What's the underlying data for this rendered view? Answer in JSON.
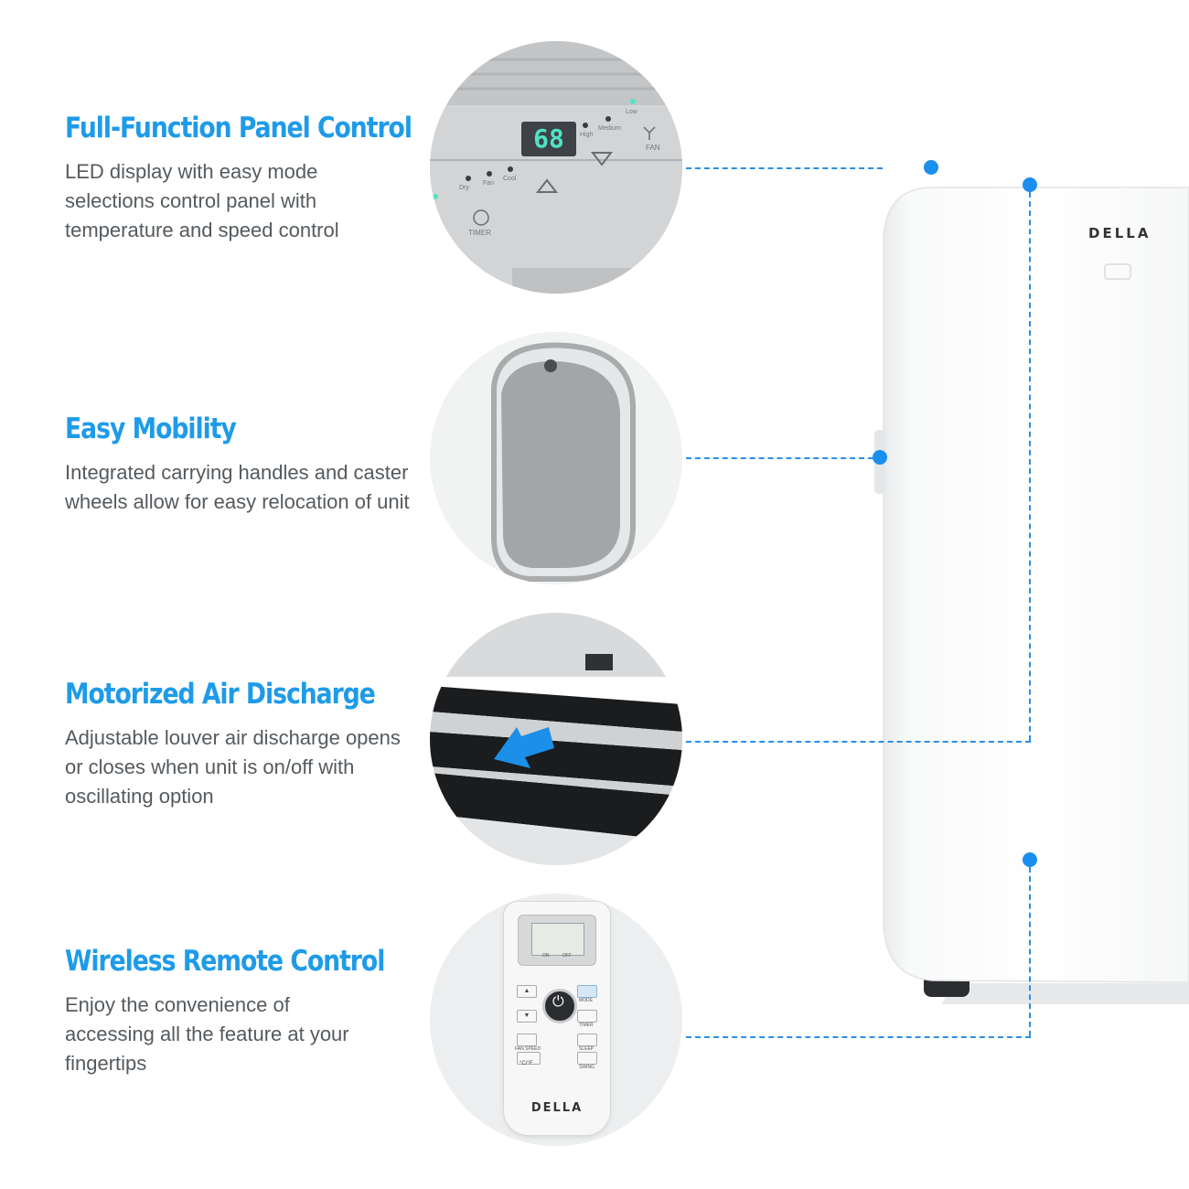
{
  "features": [
    {
      "title": "Full-Function Panel Control",
      "description": "LED display with easy mode selections control panel with temperature and speed control"
    },
    {
      "title": "Easy Mobility",
      "description": "Integrated carrying handles and caster wheels allow for easy relocation of unit"
    },
    {
      "title": "Motorized Air Discharge",
      "description": "Adjustable louver air discharge opens or closes  when unit is on/off with oscillating option"
    },
    {
      "title": "Wireless Remote Control",
      "description": "Enjoy the convenience of accessing all the feature at your fingertips"
    }
  ],
  "panel": {
    "display_value": "68",
    "mode_labels": [
      "Dry",
      "Fan",
      "Cool"
    ],
    "speed_labels": [
      "High",
      "Medium",
      "Low"
    ],
    "fan_label": "FAN",
    "timer_label": "TIMER"
  },
  "remote": {
    "labels": [
      "MODE",
      "TIMER",
      "FAN SPEED",
      "SLEEP",
      "°C/°F",
      "SWING",
      "ON",
      "OFF"
    ],
    "brand": "DELLA"
  },
  "unit_brand": "DELLA",
  "colors": {
    "accent": "#1e9be8",
    "connector": "#2a8fe6",
    "body_text": "#555a5e",
    "led": "#4fe3c4"
  }
}
